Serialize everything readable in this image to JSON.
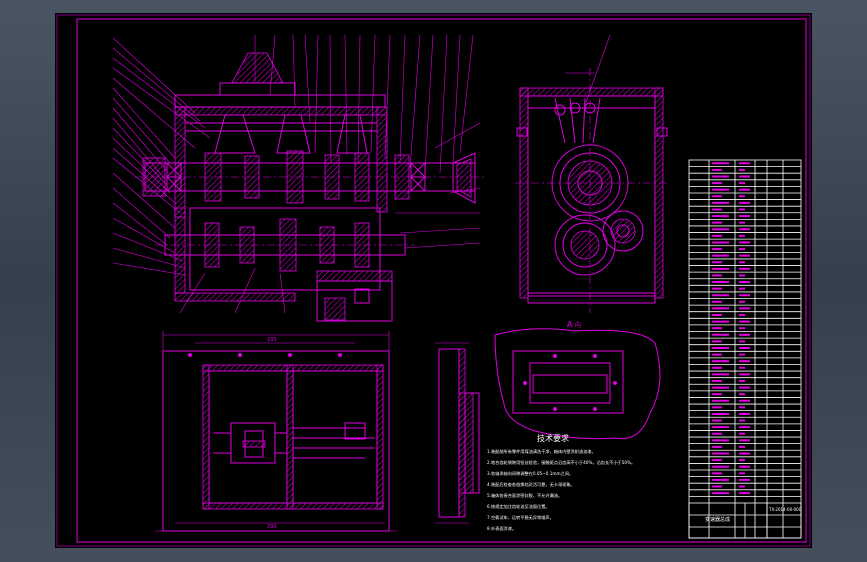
{
  "drawing": {
    "view_a_label": "A",
    "view_a_sub": "向",
    "tech_req_title": "技术要求",
    "dim_main_width": "290",
    "dim_plan_width": "235",
    "title_block_text": "变速器总成",
    "title_block_code": "TX-2014-00-000",
    "title_block_school": "",
    "tech_req_lines": [
      "1.装配前所有零件用煤油清洗干净，箱体内壁涂耐油油漆。",
      "2.啮合齿轮侧隙用铅丝检验，接触斑点沿齿高不小于40%，沿齿长不小于50%。",
      "3.各轴承轴向间隙调整在0.05~0.1mm之间。",
      "4.装配后检查各档换档灵活可靠，无卡滞现象。",
      "5.箱体各接合面涂密封胶，不允许漏油。",
      "6.按规定加注齿轮油至油面位置。",
      "7.空载试车，运转平稳无异常噪声。",
      "8.外表面涂漆。"
    ]
  },
  "colors": {
    "line": "#e000e0",
    "background": "#000000",
    "frame": "#ffffff"
  }
}
